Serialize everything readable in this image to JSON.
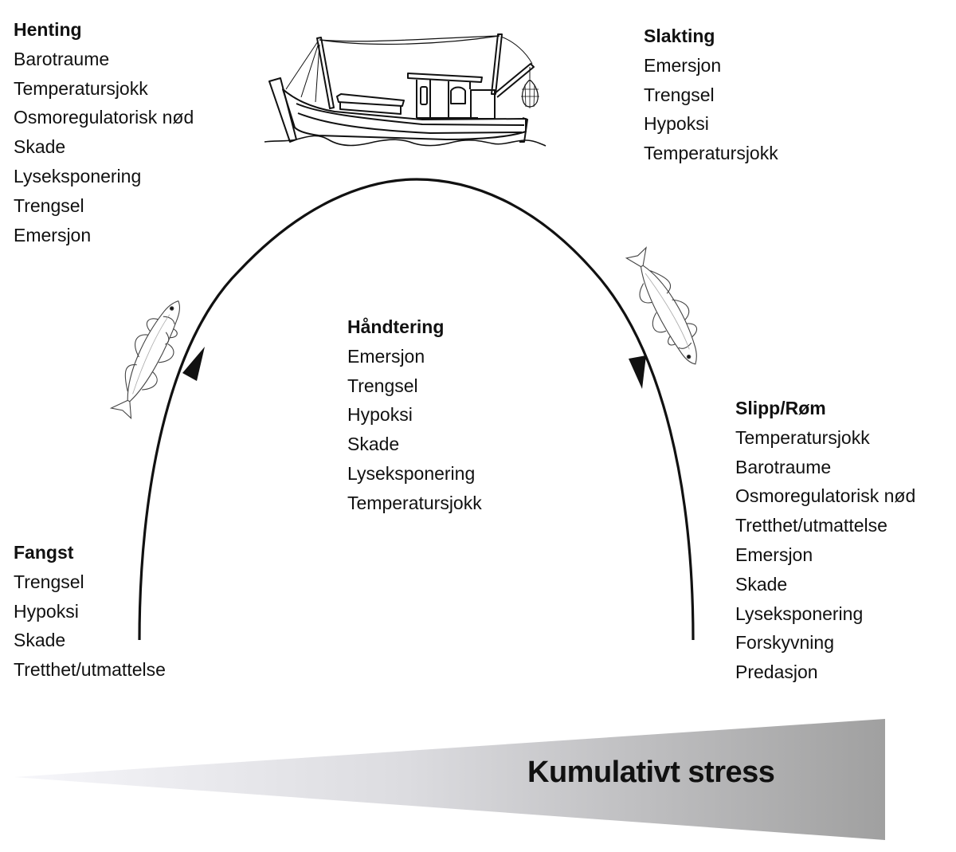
{
  "title": "Kumulativt stress i fangst-slakt-syklus",
  "stages": {
    "henting": {
      "title": "Henting",
      "items": [
        "Barotraume",
        "Temperatursjokk",
        "Osmoregulatorisk nød",
        "Skade",
        "Lyseksponering",
        "Trengsel",
        "Emersjon"
      ]
    },
    "slakting": {
      "title": "Slakting",
      "items": [
        "Emersjon",
        "Trengsel",
        "Hypoksi",
        "Temperatursjokk"
      ]
    },
    "handtering": {
      "title": "Håndtering",
      "items": [
        "Emersjon",
        "Trengsel",
        "Hypoksi",
        "Skade",
        "Lyseksponering",
        "Temperatursjokk"
      ]
    },
    "slipp": {
      "title": "Slipp/Røm",
      "items": [
        "Temperatursjokk",
        "Barotraume",
        "Osmoregulatorisk nød",
        "Tretthet/utmattelse",
        "Emersjon",
        "Skade",
        "Lyseksponering",
        "Forskyvning",
        "Predasjon"
      ]
    },
    "fangst": {
      "title": "Fangst",
      "items": [
        "Trengsel",
        "Hypoksi",
        "Skade",
        "Tretthet/utmattelse"
      ]
    }
  },
  "stress_bar": {
    "label": "Kumulativt stress",
    "color_start": "#f6f6fa",
    "color_end": "#a0a0a0"
  },
  "icons": {
    "boat": "fishing-boat-icon",
    "fish_up": "fish-ascending-icon",
    "fish_down": "fish-descending-icon"
  },
  "arc_color": "#111111"
}
